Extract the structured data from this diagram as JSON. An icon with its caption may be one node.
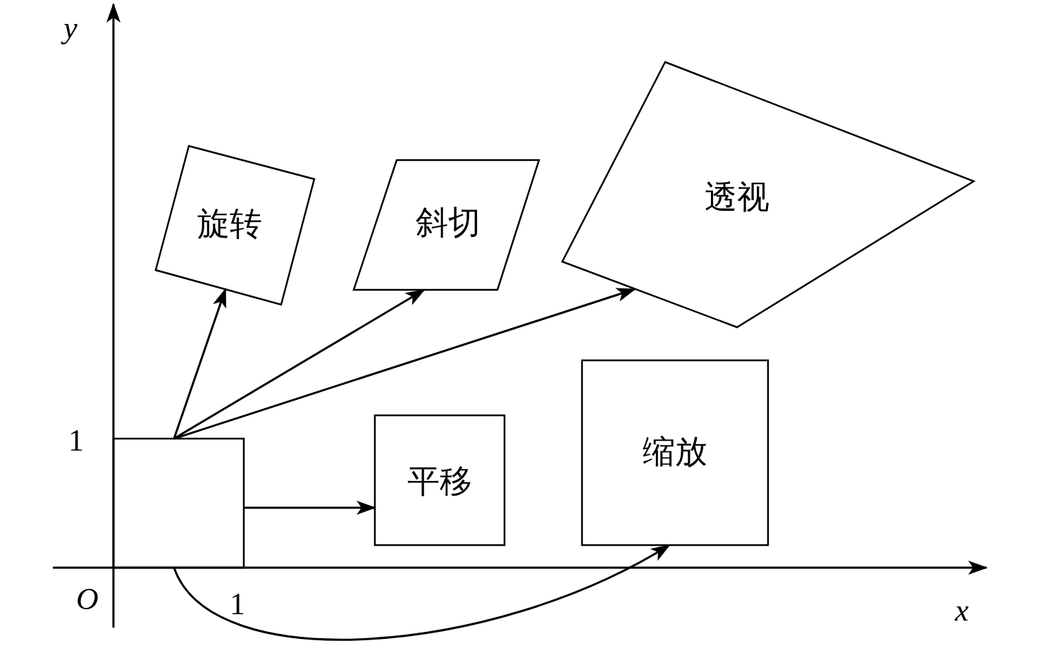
{
  "diagram": {
    "nodes": [
      {
        "text": [],
        "shape": "box"
      },
      {
        "text": [
          "旋转"
        ]
      },
      {
        "text": [
          "斜切"
        ]
      },
      {
        "text": [
          "透视"
        ]
      },
      {
        "text": [
          "平移"
        ]
      },
      {
        "text": [
          "缩放"
        ]
      }
    ],
    "edges": [
      {
        "from": 0,
        "to": 1,
        "arrow": "to"
      },
      {
        "from": 0,
        "to": 2,
        "arrow": "to"
      },
      {
        "from": 0,
        "to": 3,
        "arrow": "to"
      },
      {
        "from": 0,
        "to": 4,
        "arrow": "to"
      },
      {
        "from": 0,
        "to": 5,
        "arrow": "to"
      }
    ],
    "labels": [
      "y",
      "1",
      "O",
      "1",
      "x"
    ]
  }
}
